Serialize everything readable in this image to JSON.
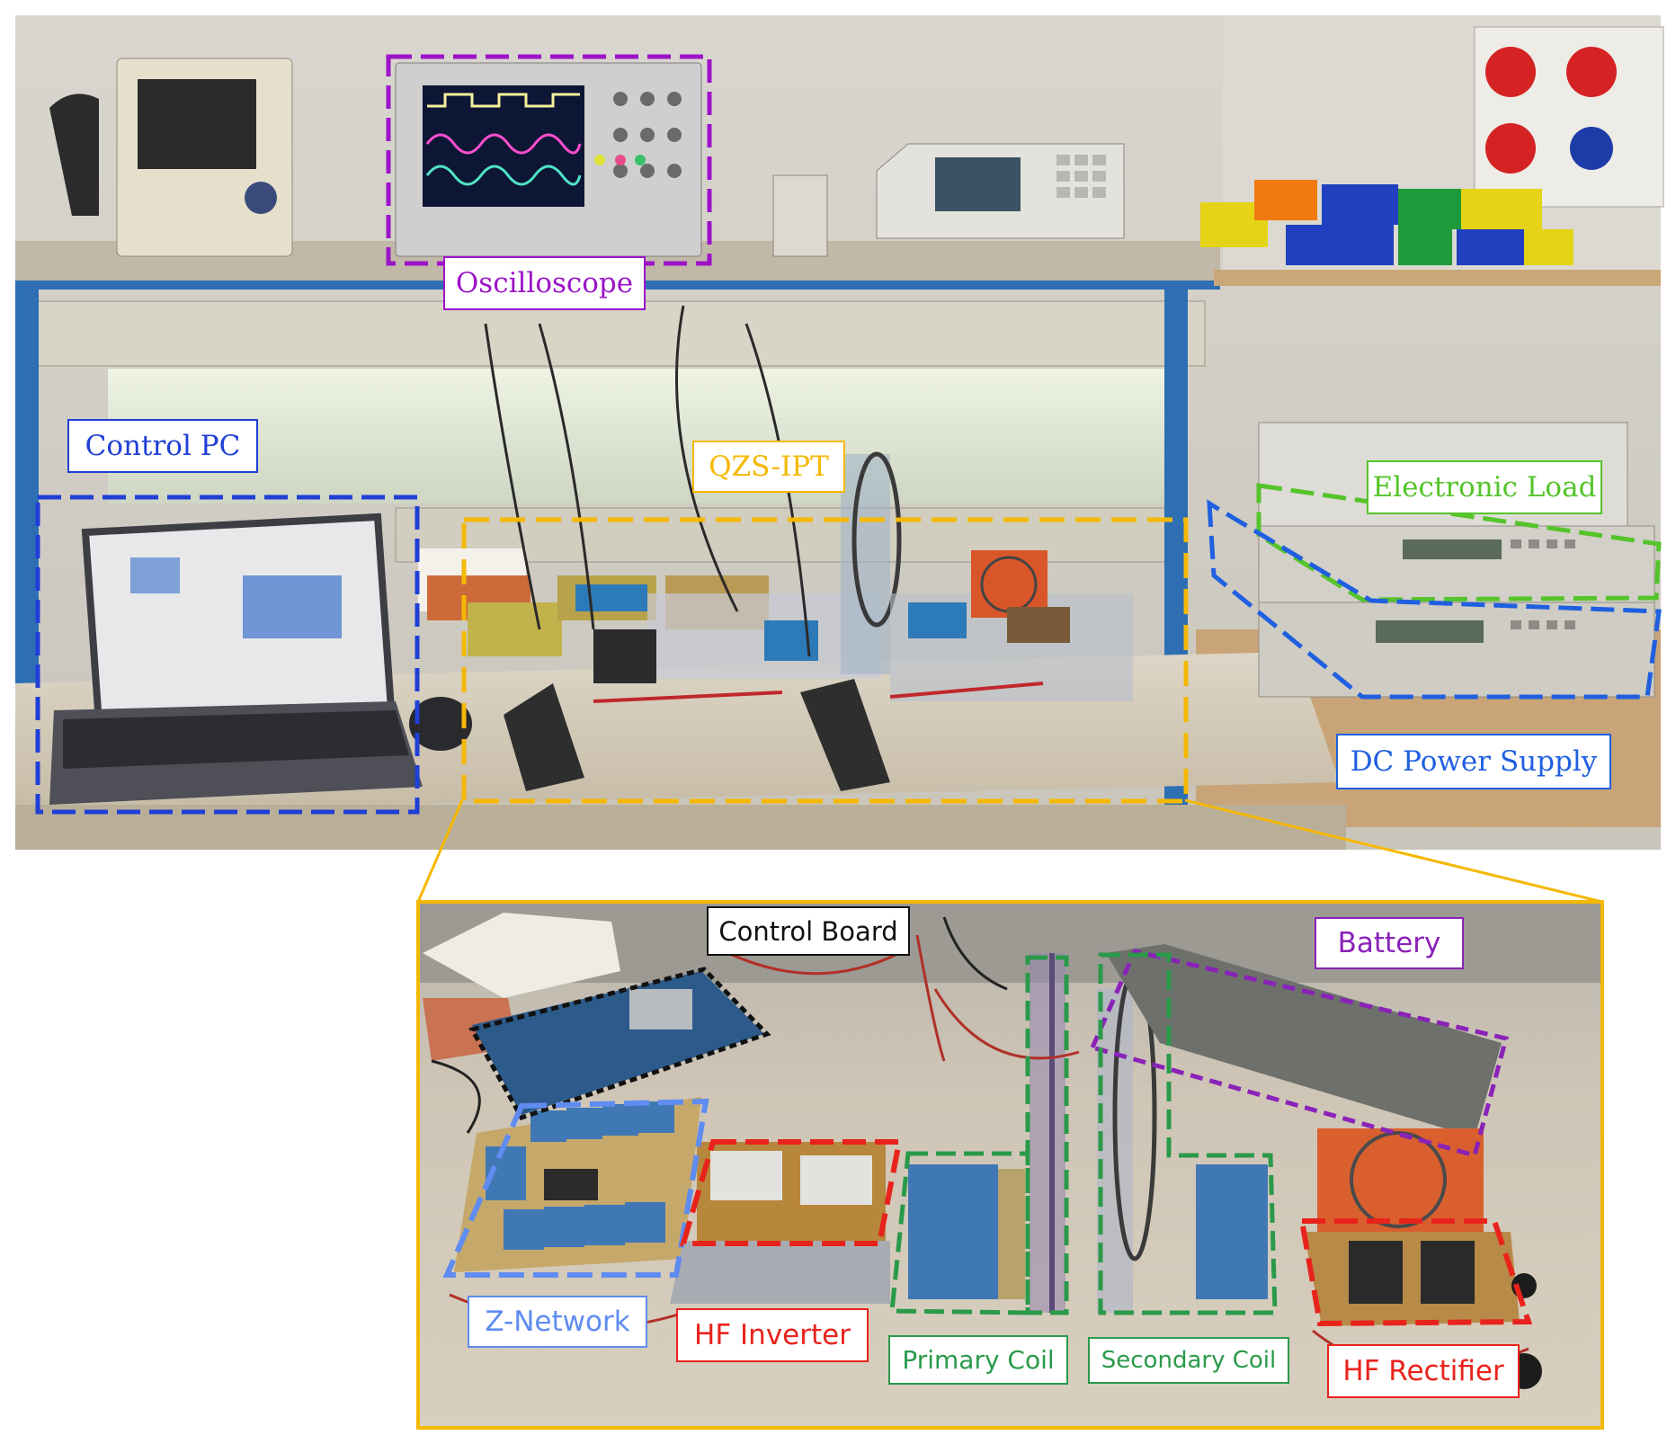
{
  "colors": {
    "oscilloscope": "#9b14c8",
    "control_pc": "#1f3fd6",
    "qzs_ipt": "#f5b800",
    "electronic_load": "#55c42a",
    "dc_power_supply": "#1f5fe0",
    "control_board": "#111111",
    "battery": "#8a22b8",
    "z_network": "#5f8cf0",
    "hf_inverter": "#e8231c",
    "primary_coil": "#2a9a4a",
    "secondary_coil": "#2a9a4a",
    "hf_rectifier": "#e8231c"
  },
  "top_labels": {
    "oscilloscope": "Oscilloscope",
    "control_pc": "Control PC",
    "qzs_ipt": "QZS-IPT",
    "electronic_load": "Electronic Load",
    "dc_power_supply": "DC Power Supply"
  },
  "inset_labels": {
    "control_board": "Control Board",
    "battery": "Battery",
    "z_network": "Z-Network",
    "hf_inverter": "HF Inverter",
    "primary_coil": "Primary Coil",
    "secondary_coil": "Secondary Coil",
    "hf_rectifier": "HF Rectifier"
  }
}
